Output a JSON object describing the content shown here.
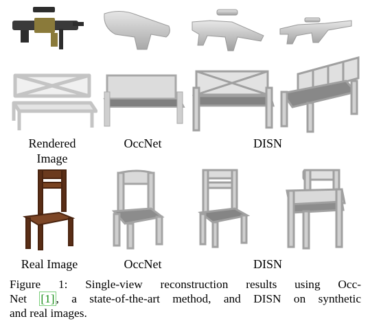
{
  "labels": {
    "rendered_line1": "Rendered",
    "rendered_line2": "Image",
    "occnet_top": "OccNet",
    "disn_top": "DISN",
    "real_image": "Real Image",
    "occnet_bottom": "OccNet",
    "disn_bottom": "DISN"
  },
  "caption": {
    "line1": "Figure 1: Single-view reconstruction results using Occ-",
    "line2_pre": "Net ",
    "citation": "[1]",
    "line2_post": ", a state-of-the-art method, and DISN on synthetic",
    "line3": "and real images."
  },
  "colors": {
    "mesh_gray": "#c8c8c8",
    "mesh_dark": "#8a8a8a",
    "wood": "#6b3a1e",
    "rifle_dark": "#2d2d2d",
    "rifle_olive": "#8a7a3a",
    "citation_green": "#1a8f1a"
  }
}
